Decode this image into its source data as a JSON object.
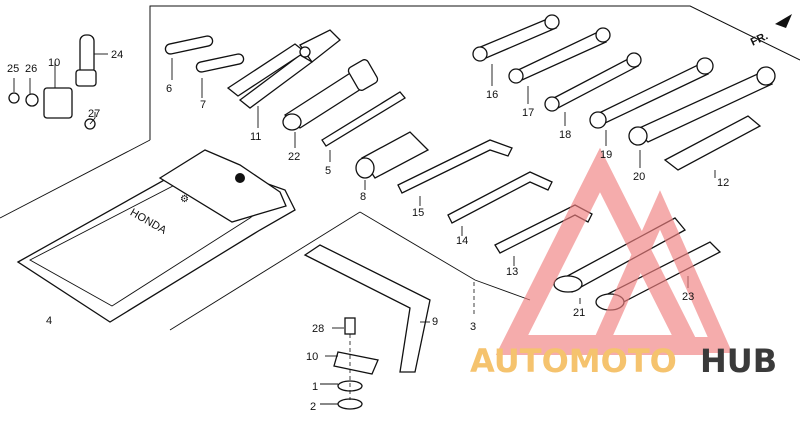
{
  "direction": "FR.",
  "pouch_text": "HONDA",
  "callouts": {
    "c1": "1",
    "c2": "2",
    "c3": "3",
    "c4": "4",
    "c5": "5",
    "c6": "6",
    "c7": "7",
    "c8": "8",
    "c9": "9",
    "c10a": "10",
    "c10b": "10",
    "c11": "11",
    "c12": "12",
    "c13": "13",
    "c14": "14",
    "c15": "15",
    "c16": "16",
    "c17": "17",
    "c18": "18",
    "c19": "19",
    "c20": "20",
    "c21": "21",
    "c22": "22",
    "c23": "23",
    "c24": "24",
    "c25": "25",
    "c26": "26",
    "c27": "27",
    "c28": "28"
  },
  "watermark": {
    "word_a": "AUTOMOTO",
    "word_b": "HUB",
    "color_a": "#f5c36e",
    "color_b": "#3a3a3a",
    "triangle_color": "#f08080"
  }
}
